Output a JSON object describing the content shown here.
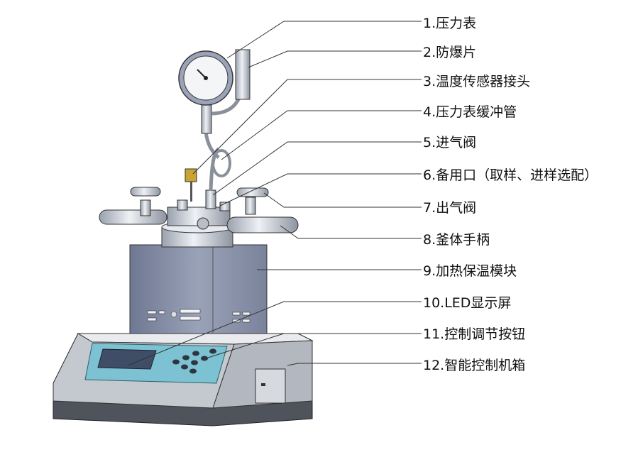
{
  "labels": [
    "1.压力表",
    "2.防爆片",
    "3.温度传感器接头",
    "4.压力表缓冲管",
    "5.进气阀",
    "6.备用口（取样、进样选配）",
    "7.出气阀",
    "8.釜体手柄",
    "9.加热保温模块",
    "10.LED显示屏",
    "11.控制调节按钮",
    "12.智能控制机箱"
  ],
  "colors": {
    "line": "#333333",
    "metal": "#c9ced6",
    "module": "#8a93aa",
    "screen": "#6fb6c8",
    "cabinet": "#cfd2d8",
    "base": "#555a63"
  }
}
